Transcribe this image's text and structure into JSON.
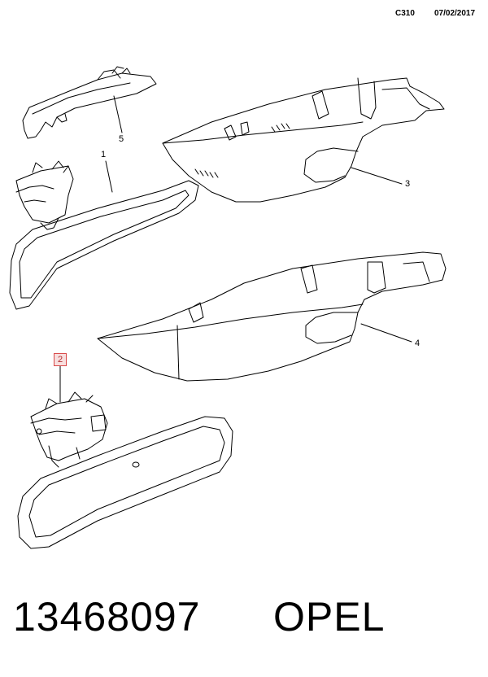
{
  "header": {
    "code": "C310",
    "date": "07/02/2017"
  },
  "callouts": {
    "c1": "1",
    "c2": "2",
    "c3": "3",
    "c4": "4",
    "c5": "5"
  },
  "highlight_color": "#d94a4a",
  "footer": {
    "part_number": "13468097",
    "brand": "OPEL"
  }
}
